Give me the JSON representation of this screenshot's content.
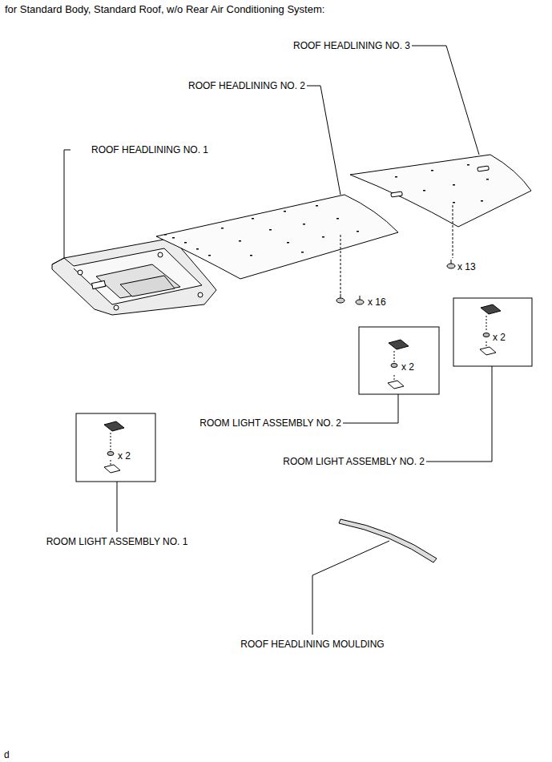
{
  "diagram": {
    "title": "for Standard Body, Standard Roof, w/o Rear Air Conditioning System:",
    "labels": [
      "ROOF HEADLINING NO. 3",
      "ROOF HEADLINING NO. 2",
      "ROOF HEADLINING NO. 1",
      "x 13",
      "x 16",
      "x 2",
      "x 2",
      "ROOM LIGHT ASSEMBLY NO. 2",
      "x 2",
      "ROOM LIGHT ASSEMBLY NO. 2",
      "ROOM LIGHT ASSEMBLY NO. 1",
      "ROOF HEADLINING MOULDING",
      "d"
    ]
  }
}
